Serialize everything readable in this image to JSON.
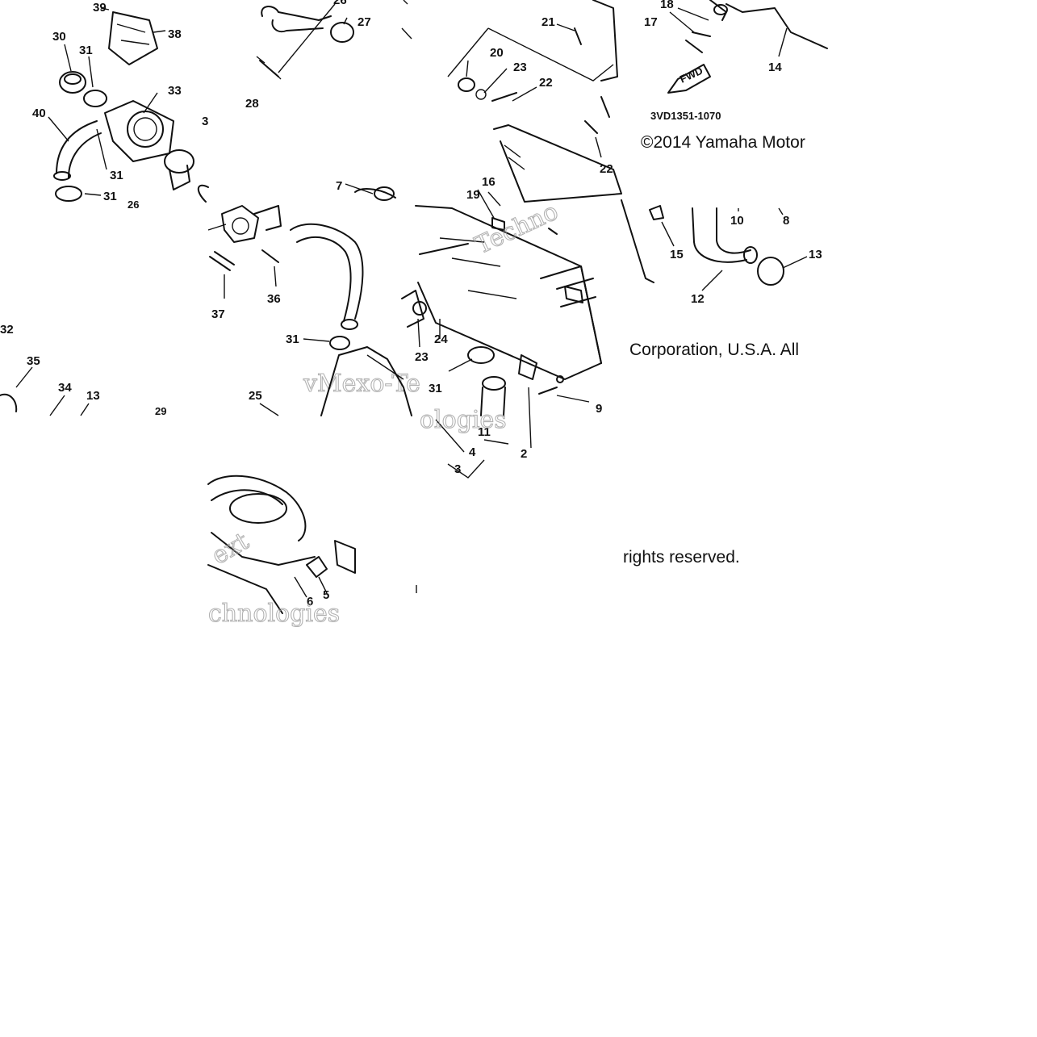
{
  "diagram": {
    "part_code": "3VD1351-1070",
    "direction_label": "FWD",
    "copyright_parts": [
      "©2014 Yamaha Motor",
      "Corporation, U.S.A. All",
      "rights reserved."
    ],
    "watermark_fragments": [
      "vMexo-Te",
      "ologies",
      "Techno",
      "chnologies",
      "ext"
    ]
  },
  "callouts": [
    "2",
    "3",
    "4",
    "5",
    "6",
    "7",
    "8",
    "9",
    "10",
    "11",
    "12",
    "13",
    "13",
    "14",
    "15",
    "16",
    "17",
    "18",
    "19",
    "20",
    "21",
    "22",
    "22",
    "23",
    "23",
    "24",
    "25",
    "26",
    "26",
    "27",
    "28",
    "29",
    "30",
    "31",
    "31",
    "31",
    "31",
    "31",
    "32",
    "33",
    "34",
    "35",
    "36",
    "37",
    "38",
    "39",
    "40"
  ]
}
